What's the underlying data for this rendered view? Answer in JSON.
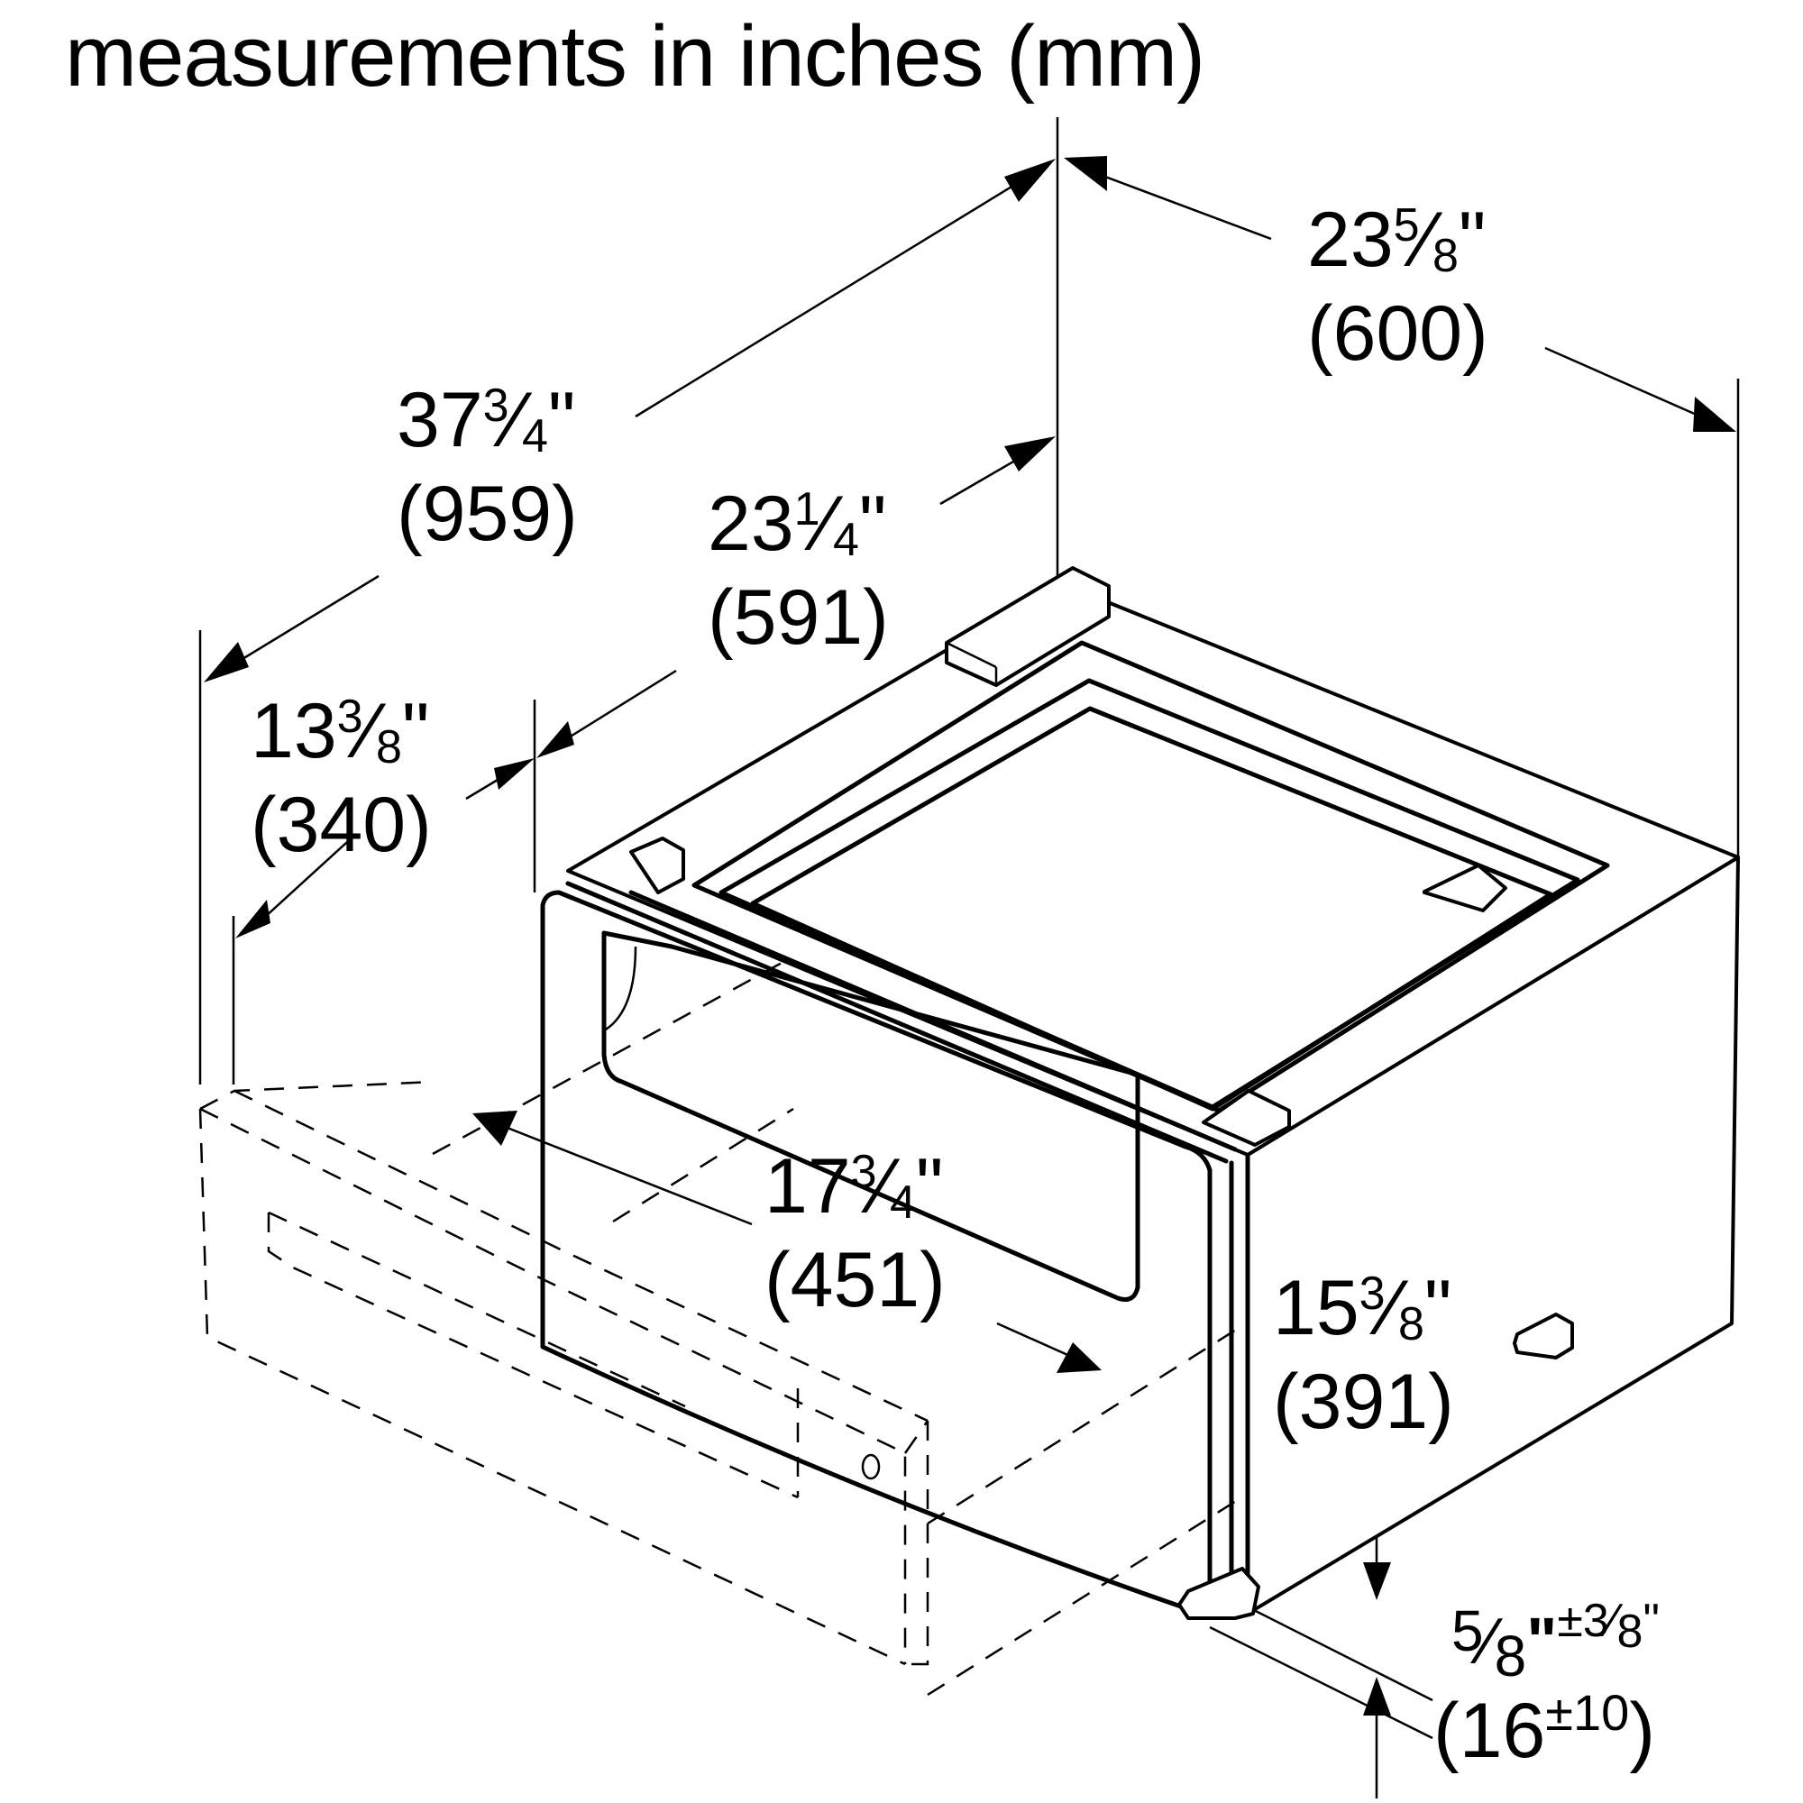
{
  "title": "measurements in inches (mm)",
  "dimensions": {
    "overall_depth_drawer_open": {
      "whole": "37",
      "num": "3",
      "den": "4",
      "unit": "\"",
      "mm": "(959)"
    },
    "width": {
      "whole": "23",
      "num": "5",
      "den": "8",
      "unit": "\"",
      "mm": "(600)"
    },
    "depth": {
      "whole": "23",
      "num": "1",
      "den": "4",
      "unit": "\"",
      "mm": "(591)"
    },
    "drawer_extension": {
      "whole": "13",
      "num": "3",
      "den": "8",
      "unit": "\"",
      "mm": "(340)"
    },
    "drawer_inner_width": {
      "whole": "17",
      "num": "3",
      "den": "4",
      "unit": "\"",
      "mm": "(451)"
    },
    "height": {
      "whole": "15",
      "num": "3",
      "den": "8",
      "unit": "\"",
      "mm": "(391)"
    },
    "foot_height": {
      "num": "5",
      "den": "8",
      "unit": "\"",
      "tol_sign": "±",
      "tol_num": "3",
      "tol_den": "8",
      "tol_unit": "\"",
      "mm_open": "(16",
      "mm_tol": "±10",
      "mm_close": ")"
    }
  },
  "colors": {
    "line": "#000000",
    "background": "#ffffff"
  }
}
